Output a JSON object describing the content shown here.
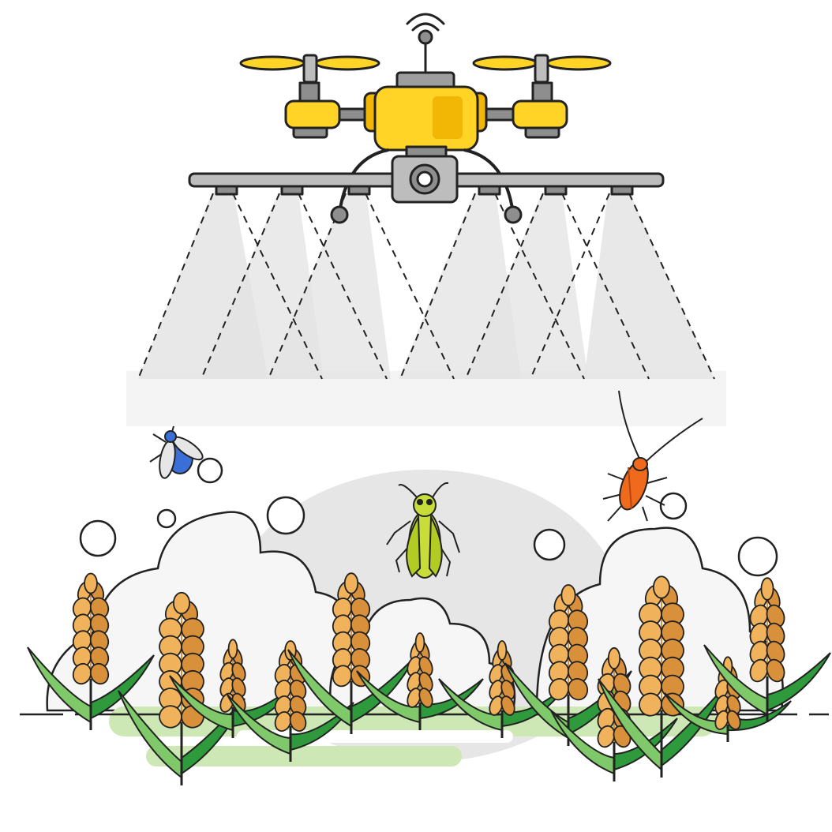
{
  "scene": {
    "subject": "agricultural-spray-drone",
    "elements": [
      "drone",
      "spray-boom",
      "spray-cones",
      "pesticide-cloud",
      "fly",
      "grasshopper",
      "cockroach",
      "wheat-plants",
      "ground"
    ]
  },
  "colors": {
    "drone_body": "#FFD426",
    "drone_body_shade": "#F2B705",
    "outline": "#222222",
    "metal": "#8E8E8E",
    "metal_light": "#BDBDBD",
    "spray": "#E3E3E3",
    "cloud": "#F3F3F3",
    "wheat": "#F0B25A",
    "wheat_shade": "#D8913A",
    "leaf": "#2E9A3C",
    "leaf_light": "#7FC96A",
    "grass_patch": "#CDE8B4",
    "fly_body": "#3B6FD8",
    "grasshopper": "#C8DD3A",
    "cockroach": "#F06A1E"
  },
  "icons": {
    "signal": "wifi-signal-icon",
    "camera": "camera-icon",
    "fly": "fly-icon",
    "grasshopper": "grasshopper-icon",
    "cockroach": "cockroach-icon",
    "wheat": "wheat-icon"
  }
}
